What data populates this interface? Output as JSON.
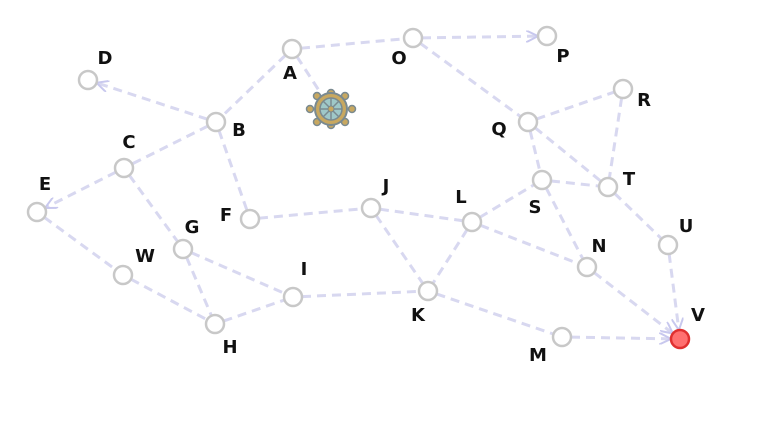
{
  "graph": {
    "nodes": [
      {
        "id": "A",
        "label": "A",
        "style": "normal"
      },
      {
        "id": "B",
        "label": "B",
        "style": "normal"
      },
      {
        "id": "C",
        "label": "C",
        "style": "normal"
      },
      {
        "id": "D",
        "label": "D",
        "style": "normal"
      },
      {
        "id": "E",
        "label": "E",
        "style": "normal"
      },
      {
        "id": "F",
        "label": "F",
        "style": "normal"
      },
      {
        "id": "G",
        "label": "G",
        "style": "normal"
      },
      {
        "id": "H",
        "label": "H",
        "style": "normal"
      },
      {
        "id": "I",
        "label": "I",
        "style": "normal"
      },
      {
        "id": "J",
        "label": "J",
        "style": "normal"
      },
      {
        "id": "K",
        "label": "K",
        "style": "normal"
      },
      {
        "id": "L",
        "label": "L",
        "style": "normal"
      },
      {
        "id": "M",
        "label": "M",
        "style": "normal"
      },
      {
        "id": "N",
        "label": "N",
        "style": "normal"
      },
      {
        "id": "O",
        "label": "O",
        "style": "normal"
      },
      {
        "id": "P",
        "label": "P",
        "style": "normal"
      },
      {
        "id": "Q",
        "label": "Q",
        "style": "normal"
      },
      {
        "id": "R",
        "label": "R",
        "style": "normal"
      },
      {
        "id": "S",
        "label": "S",
        "style": "normal"
      },
      {
        "id": "T",
        "label": "T",
        "style": "normal"
      },
      {
        "id": "U",
        "label": "U",
        "style": "normal"
      },
      {
        "id": "V",
        "label": "V",
        "style": "target"
      },
      {
        "id": "W",
        "label": "W",
        "style": "normal"
      }
    ],
    "edges": [
      {
        "from": "A",
        "to": "O",
        "directed": false
      },
      {
        "from": "A",
        "to": "B",
        "directed": false
      },
      {
        "from": "A",
        "to": "ship-wheel",
        "directed": false
      },
      {
        "from": "O",
        "to": "P",
        "directed": true
      },
      {
        "from": "O",
        "to": "Q",
        "directed": false
      },
      {
        "from": "B",
        "to": "D",
        "directed": true
      },
      {
        "from": "B",
        "to": "C",
        "directed": false
      },
      {
        "from": "B",
        "to": "F",
        "directed": false
      },
      {
        "from": "C",
        "to": "E",
        "directed": true
      },
      {
        "from": "C",
        "to": "G",
        "directed": false
      },
      {
        "from": "E",
        "to": "W",
        "directed": false
      },
      {
        "from": "W",
        "to": "H",
        "directed": false
      },
      {
        "from": "G",
        "to": "H",
        "directed": false
      },
      {
        "from": "G",
        "to": "I",
        "directed": false
      },
      {
        "from": "H",
        "to": "I",
        "directed": false
      },
      {
        "from": "F",
        "to": "J",
        "directed": false
      },
      {
        "from": "I",
        "to": "K",
        "directed": false
      },
      {
        "from": "J",
        "to": "L",
        "directed": false
      },
      {
        "from": "J",
        "to": "K",
        "directed": false
      },
      {
        "from": "L",
        "to": "K",
        "directed": false
      },
      {
        "from": "L",
        "to": "S",
        "directed": false
      },
      {
        "from": "L",
        "to": "N",
        "directed": false
      },
      {
        "from": "K",
        "to": "M",
        "directed": false
      },
      {
        "from": "M",
        "to": "V",
        "directed": true
      },
      {
        "from": "Q",
        "to": "R",
        "directed": false
      },
      {
        "from": "Q",
        "to": "S",
        "directed": false
      },
      {
        "from": "Q",
        "to": "T",
        "directed": false
      },
      {
        "from": "R",
        "to": "T",
        "directed": false
      },
      {
        "from": "S",
        "to": "T",
        "directed": false
      },
      {
        "from": "S",
        "to": "N",
        "directed": false
      },
      {
        "from": "T",
        "to": "U",
        "directed": false
      },
      {
        "from": "U",
        "to": "V",
        "directed": true
      },
      {
        "from": "N",
        "to": "V",
        "directed": true
      }
    ],
    "icon": {
      "name": "ship-wheel-icon"
    },
    "colors": {
      "edge": "#d8d8f0",
      "arrow": "#c8c8ee",
      "node_stroke": "#c8c8c8",
      "node_fill": "#ffffff",
      "target_fill": "#ff7070",
      "target_stroke": "#e03030",
      "label": "#111111"
    }
  }
}
